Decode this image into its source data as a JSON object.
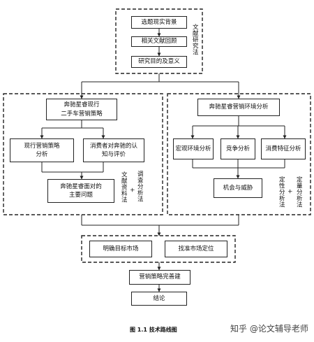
{
  "boxes": {
    "background": "选题现实背景",
    "literature_review": "相关文献回顾",
    "objective": "研究目的及意义",
    "current_strategy": "奔驰星睿现行\n二手车营销策略",
    "env_analysis": "奔驰星睿营销环境分析",
    "strategy_analysis": "现行营销策略\n分析",
    "consumer_eval": "消费者对奔驰的认\n知与评价",
    "macro_env": "宏观环境分析",
    "competition": "竞争分析",
    "consumer_features": "消费特征分析",
    "main_problems": "奔驰星睿面对的\n主要问题",
    "opportunity_threat": "机会与威胁",
    "target_market": "明确目标市场",
    "positioning": "找准市场定位",
    "strategy_improve": "营销策略完善建",
    "conclusion": "结论"
  },
  "side_labels": {
    "literature_research": "文献研究法",
    "literature_data": "文献资料法",
    "plus_left": "+",
    "survey": "调查分析法",
    "qualitative": "定性分析法",
    "plus_right": "+",
    "quantitative": "定量分析法"
  },
  "caption": "图 1.1  技术路线图",
  "watermark": "知乎 @论文辅导老师"
}
